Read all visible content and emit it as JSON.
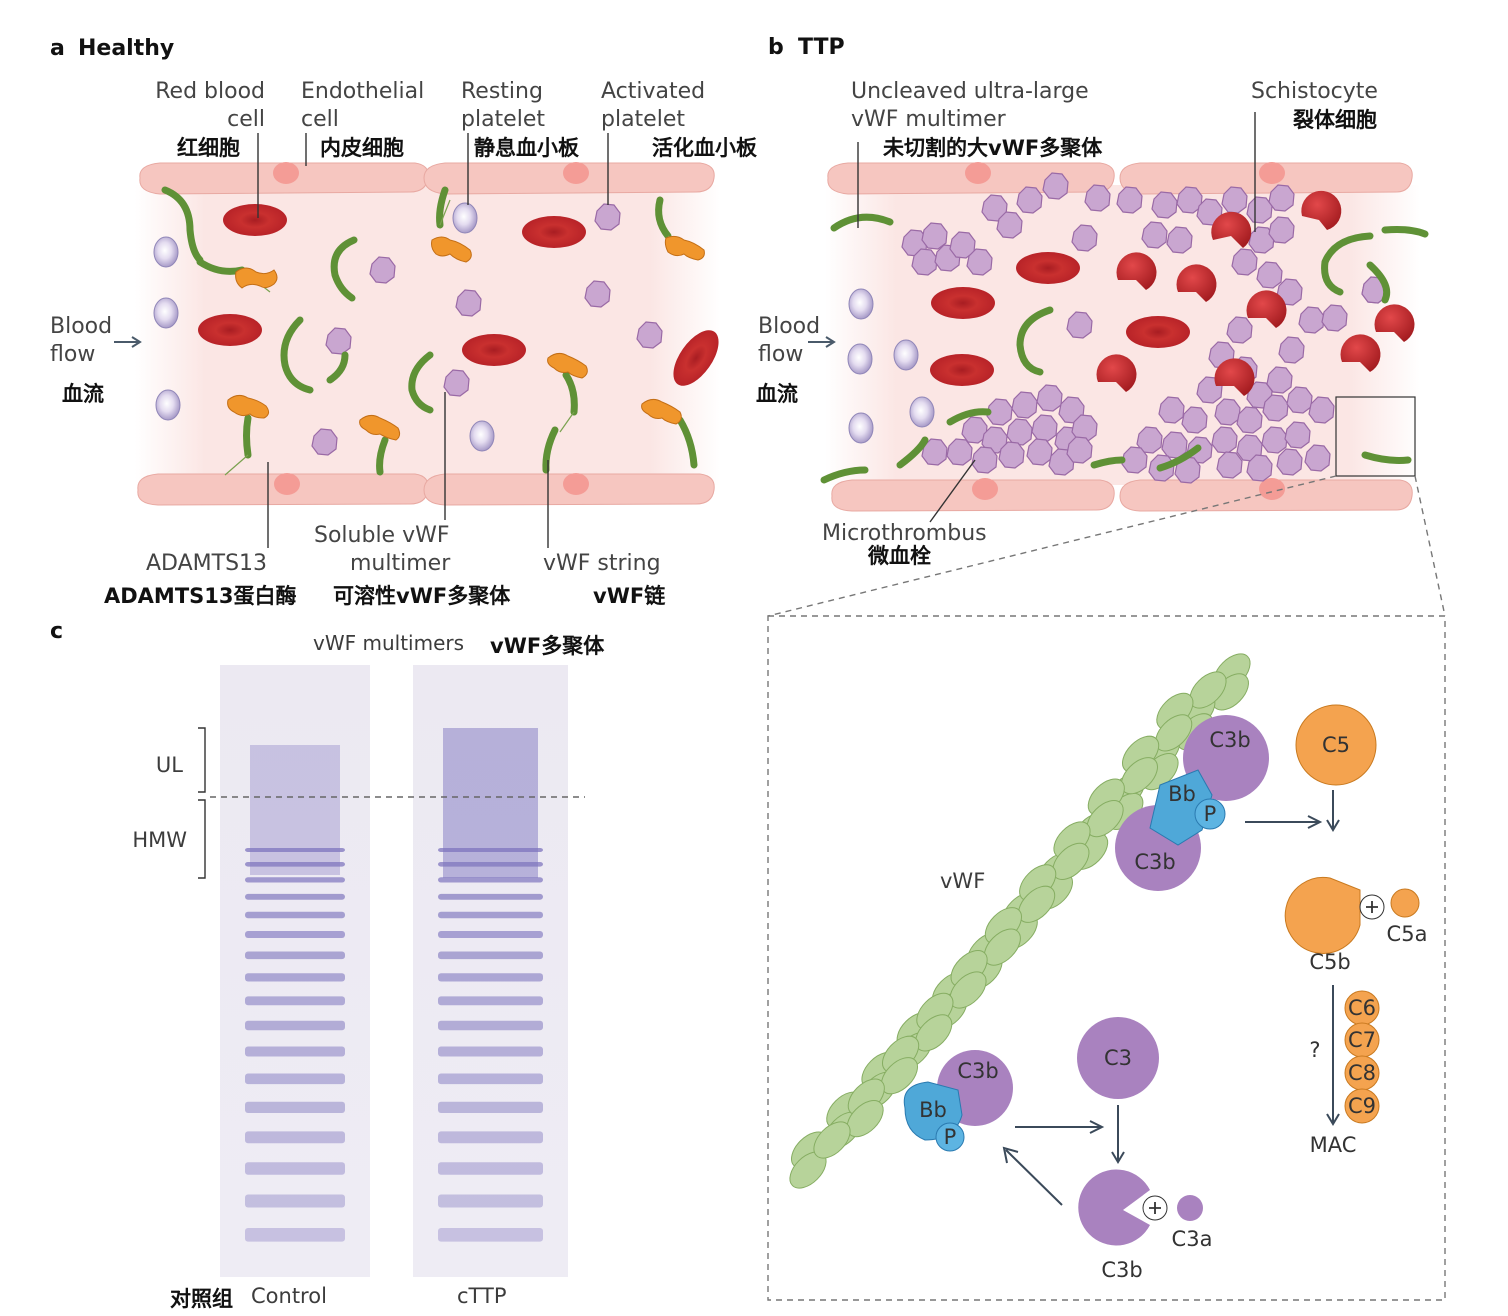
{
  "panels": {
    "a": {
      "letter": "a",
      "title": "Healthy"
    },
    "b": {
      "letter": "b",
      "title": "TTP"
    },
    "c": {
      "letter": "c"
    }
  },
  "healthy": {
    "rbc": {
      "en1": "Red blood",
      "en2": "cell",
      "zh": "红细胞"
    },
    "endothelial": {
      "en1": "Endothelial",
      "en2": "cell",
      "zh": "内皮细胞"
    },
    "resting": {
      "en1": "Resting",
      "en2": "platelet",
      "zh": "静息血小板"
    },
    "activated": {
      "en1": "Activated",
      "en2": "platelet",
      "zh": "活化血小板"
    },
    "flow": {
      "en1": "Blood",
      "en2": "flow",
      "zh": "血流"
    },
    "adamts13": {
      "en": "ADAMTS13",
      "zh": "ADAMTS13蛋白酶"
    },
    "soluble": {
      "en1": "Soluble vWF",
      "en2": "multimer",
      "zh": "可溶性vWF多聚体"
    },
    "string": {
      "en": "vWF string",
      "zh": "vWF链"
    }
  },
  "ttp": {
    "uncleaved": {
      "en1": "Uncleaved ultra-large",
      "en2": "vWF multimer",
      "zh": "未切割的大vWF多聚体"
    },
    "schistocyte": {
      "en": "Schistocyte",
      "zh": "裂体细胞"
    },
    "flow": {
      "en1": "Blood",
      "en2": "flow",
      "zh": "血流"
    },
    "microthrombus": {
      "en": "Microthrombus",
      "zh": "微血栓"
    }
  },
  "gel": {
    "header_en": "vWF multimers",
    "header_zh": "vWF多聚体",
    "ul": "UL",
    "hmw": "HMW",
    "control_zh": "对照组",
    "control_en": "Control",
    "cttp": "cTTP"
  },
  "complement": {
    "vwf": "vWF",
    "c3b_top1": "C3b",
    "c3b_top2": "C3b",
    "bb_top": "Bb",
    "p_top": "P",
    "c5": "C5",
    "c5b": "C5b",
    "c5a": "C5a",
    "c6": "C6",
    "c7": "C7",
    "c8": "C8",
    "c9": "C9",
    "question": "?",
    "mac": "MAC",
    "c3b_low": "C3b",
    "bb_low": "Bb",
    "p_low": "P",
    "c3": "C3",
    "c3b_bottom": "C3b",
    "c3a": "C3a"
  },
  "colors": {
    "rbc": "#c0282c",
    "platelet": "#c9a6d0",
    "vwf_string": "#6a9b3c",
    "adamts13": "#f0962c",
    "endothelium": "#f7c8c2",
    "vessel_lumen": "#fbe8e6",
    "c3b": "#a982bf",
    "bb": "#4fa8d8",
    "c5": "#f4a34f",
    "vwf_bead": "#b7d39a"
  }
}
